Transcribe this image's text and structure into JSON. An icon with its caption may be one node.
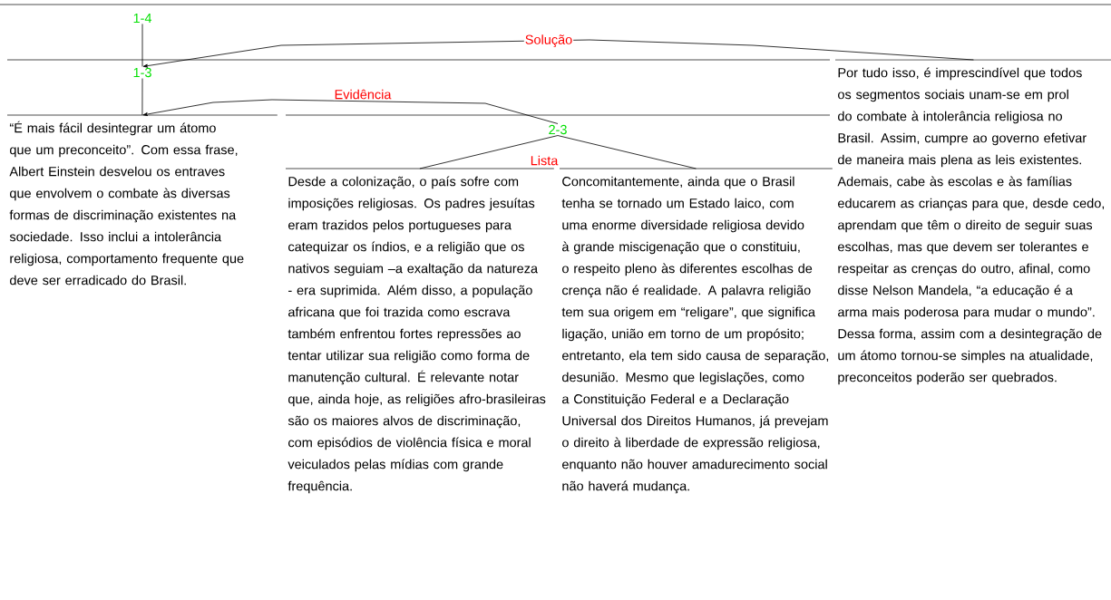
{
  "diagram": {
    "nodes": [
      {
        "text": [
          "1-4"
        ]
      },
      {
        "text": [
          "1-3"
        ]
      },
      {
        "text": [
          "“É mais fácil desintegrar um átomo que um preconceito”. Com essa frase, Albert Einstein desvelou os entraves que envolvem o combate às diversas formas de discriminação existentes na sociedade. Isso inclui a intolerância religiosa, comportamento frequente que deve ser erradicado do Brasil."
        ]
      },
      {
        "text": [
          "2-3"
        ]
      },
      {
        "text": [
          "Desde a colonização, o país sofre com imposições religiosas. Os padres jesuítas eram trazidos pelos portugueses para catequizar os índios, e a religião que os nativos seguiam –a exaltação da natureza - era suprimida. Além disso, a população africana que foi trazida como escrava também enfrentou fortes repressões ao tentar utilizar sua religião como forma de manutenção cultural. É relevante notar que, ainda hoje, as religiões afro-brasileiras são os maiores alvos de discriminação, com episódios de violência física e moral veiculados pelas mídias com grande frequência."
        ]
      },
      {
        "text": [
          "Concomitantemente, ainda que o Brasil tenha se tornado um Estado laico, com uma enorme diversidade religiosa devido à grande miscigenação que o constituiu, o respeito pleno às diferentes escolhas de crença não é realidade. A palavra religião tem sua origem em “religare”, que significa ligação, união em torno de um propósito; entretanto, ela tem sido causa de separação, desunião. Mesmo que legislações, como a Constituição Federal e a Declaração Universal dos Direitos Humanos, já prevejam o direito à liberdade de expressão religiosa, enquanto não houver amadurecimento social não haverá mudança."
        ]
      },
      {
        "text": [
          "Por tudo isso, é imprescindível que todos os segmentos sociais unam-se em prol do combate à intolerância religiosa no Brasil. Assim, cumpre ao governo efetivar de maneira mais plena as leis existentes. Ademais, cabe às escolas e às famílias educarem as crianças para que, desde cedo, aprendam que têm o direito de seguir suas escolhas, mas que devem ser tolerantes e respeitar as crenças do outro, afinal, como disse Nelson Mandela, “a educação é a arma mais poderosa para mudar o mundo”. Dessa forma, assim com a desintegração de um átomo tornou-se simples na atualidade, preconceitos poderão ser quebrados."
        ]
      }
    ],
    "edges": [
      {
        "from": 0,
        "to": 1,
        "arrow": "none"
      },
      {
        "from": 6,
        "to": 1,
        "arrow": "to",
        "label": "Solução"
      },
      {
        "from": 1,
        "to": 2,
        "arrow": "none"
      },
      {
        "from": 3,
        "to": 2,
        "arrow": "to",
        "label": "Evidência"
      },
      {
        "from": 3,
        "to": 4,
        "arrow": "none",
        "label": "Lista"
      },
      {
        "from": 3,
        "to": 5,
        "arrow": "none"
      }
    ]
  }
}
